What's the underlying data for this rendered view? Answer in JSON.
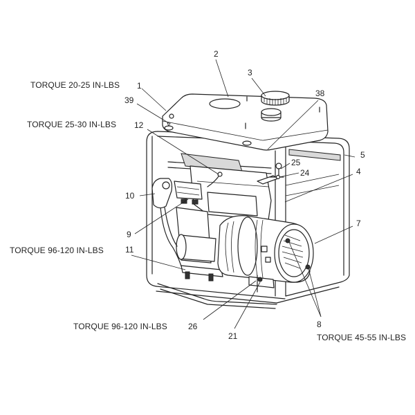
{
  "callouts": {
    "n1": "1",
    "n2": "2",
    "n3": "3",
    "n4": "4",
    "n5": "5",
    "n7": "7",
    "n8": "8",
    "n9": "9",
    "n10": "10",
    "n11": "11",
    "n12": "12",
    "n21": "21",
    "n24": "24",
    "n25": "25",
    "n26": "26",
    "n38": "38",
    "n39": "39"
  },
  "torque": {
    "t1": "TORQUE 20-25 IN-LBS",
    "t2": "TORQUE 25-30 IN-LBS",
    "t3": "TORQUE 96-120 IN-LBS",
    "t4": "TORQUE 96-120 IN-LBS",
    "t5": "TORQUE 45-55 IN-LBS"
  }
}
